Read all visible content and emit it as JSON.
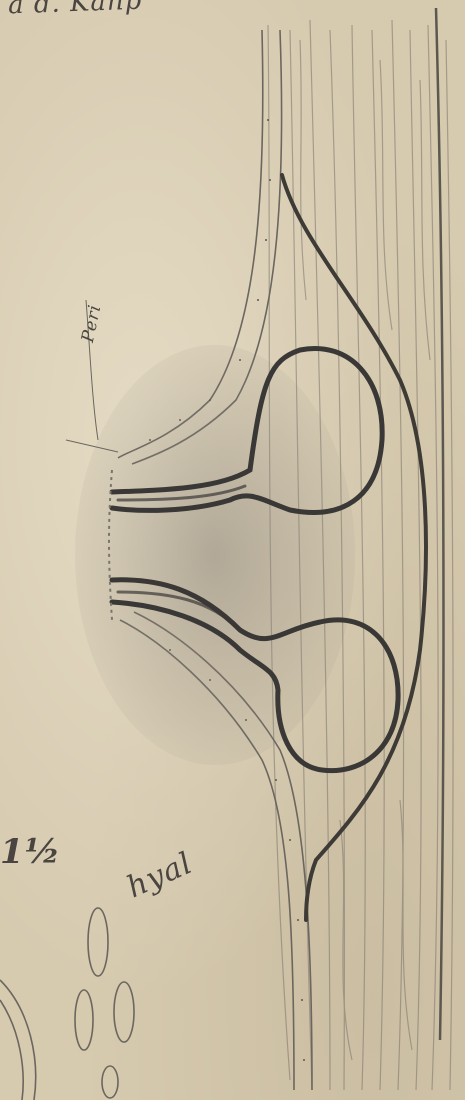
{
  "scribbles": {
    "top": "a d. Kanp",
    "annot_a": "Peri",
    "annot_b": "",
    "annot_c": "",
    "fraction": "1½",
    "hyal": "hyal"
  },
  "colors": {
    "paper": "#d6caaf",
    "graphite_dark": "#3a3836",
    "graphite_mid": "#6b665f",
    "graphite_light": "#9a9286"
  }
}
